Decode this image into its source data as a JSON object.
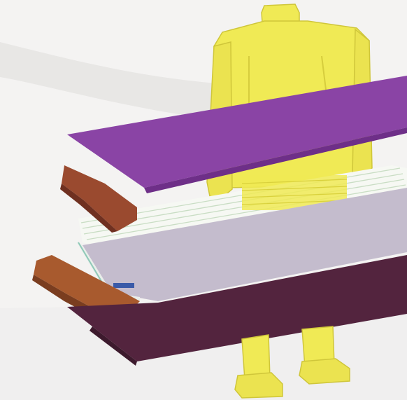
{
  "scene": {
    "kind": "exploded 3D view of layered assembly with standing figure",
    "parts": [
      {
        "name": "standing-figure",
        "color": "#f0ea55",
        "shade_color": "#d9d13c"
      },
      {
        "name": "top-purple-plate",
        "color": "#8a44a5",
        "edge_color": "#6e2f88"
      },
      {
        "name": "white-sheet-stack",
        "color": "#f6f8f3",
        "line_color": "#c9ddc4"
      },
      {
        "name": "left-brown-block-upper",
        "color": "#9a4a2f",
        "edge_color": "#6f3020"
      },
      {
        "name": "gray-plate",
        "color": "#c4bccd",
        "edge_color": "#eef0ee"
      },
      {
        "name": "blue-tab",
        "color": "#3a5aa8"
      },
      {
        "name": "left-brown-block-lower",
        "color": "#a85a2e",
        "edge_color": "#7a3d1f"
      },
      {
        "name": "bottom-dark-plate",
        "color": "#53243e",
        "edge_color": "#3d1a2d"
      }
    ],
    "background_color": "#f4f3f2",
    "shadow_color": "#dcdbd9"
  }
}
